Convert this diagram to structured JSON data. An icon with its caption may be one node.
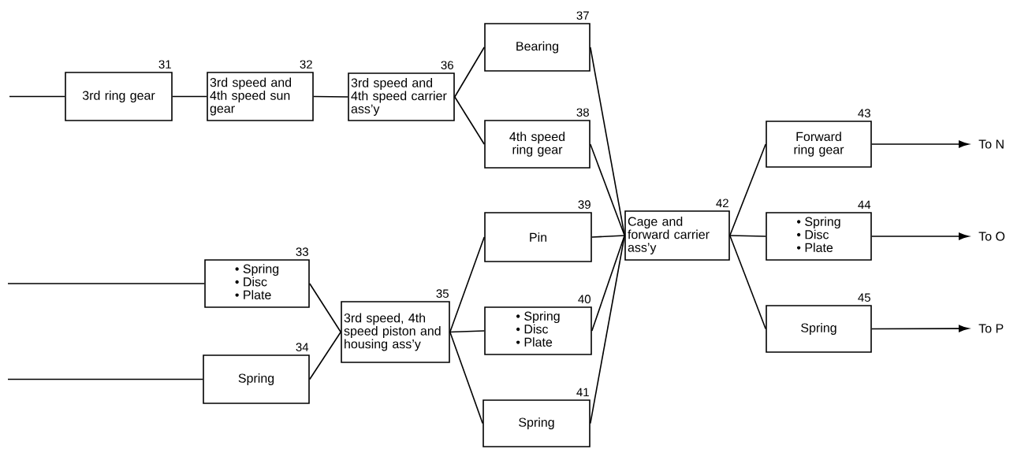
{
  "diagram": {
    "nodes": [
      {
        "text": [
          "3rd ring gear"
        ],
        "beside": [
          "31"
        ]
      },
      {
        "text": [
          "3rd speed and 4th speed sun gear"
        ],
        "beside": [
          "32"
        ]
      },
      {
        "text": [
          "3rd speed and 4th speed carrier ass’y"
        ],
        "beside": [
          "36"
        ]
      },
      {
        "text": [
          "Bearing"
        ],
        "beside": [
          "37"
        ]
      },
      {
        "text": [
          "4th speed ring gear"
        ],
        "beside": [
          "38"
        ]
      },
      {
        "text": [
          "• Spring",
          "• Disc",
          "• Plate"
        ],
        "beside": [
          "33"
        ]
      },
      {
        "text": [
          "Spring"
        ],
        "beside": [
          "34"
        ]
      },
      {
        "text": [
          "3rd speed, 4th speed piston and housing ass’y"
        ],
        "beside": [
          "35"
        ]
      },
      {
        "text": [
          "Pin"
        ],
        "beside": [
          "39"
        ]
      },
      {
        "text": [
          "• Spring",
          "• Disc",
          "• Plate"
        ],
        "beside": [
          "40"
        ]
      },
      {
        "text": [
          "Spring"
        ],
        "beside": [
          "41"
        ]
      },
      {
        "text": [
          "Cage and forward carrier ass’y"
        ],
        "beside": [
          "42"
        ]
      },
      {
        "text": [
          "Forward ring gear"
        ],
        "beside": [
          "43"
        ]
      },
      {
        "text": [
          "• Spring",
          "• Disc",
          "• Plate"
        ],
        "beside": [
          "44"
        ]
      },
      {
        "text": [
          "Spring"
        ],
        "beside": [
          "45"
        ]
      },
      {
        "text": [
          "To N"
        ]
      },
      {
        "text": [
          "To O"
        ]
      },
      {
        "text": [
          "To P"
        ]
      }
    ],
    "edges": [
      {
        "from": null,
        "to": 0,
        "arrow": "none"
      },
      {
        "from": 0,
        "to": 1,
        "arrow": "none"
      },
      {
        "from": 1,
        "to": 2,
        "arrow": "none"
      },
      {
        "from": 2,
        "to": 3,
        "arrow": "none"
      },
      {
        "from": 2,
        "to": 4,
        "arrow": "none"
      },
      {
        "from": null,
        "to": 5,
        "arrow": "none"
      },
      {
        "from": null,
        "to": 6,
        "arrow": "none"
      },
      {
        "from": 5,
        "to": 7,
        "arrow": "none"
      },
      {
        "from": 6,
        "to": 7,
        "arrow": "none"
      },
      {
        "from": 7,
        "to": 8,
        "arrow": "none"
      },
      {
        "from": 7,
        "to": 9,
        "arrow": "none"
      },
      {
        "from": 7,
        "to": 10,
        "arrow": "none"
      },
      {
        "from": 3,
        "to": 11,
        "arrow": "none"
      },
      {
        "from": 4,
        "to": 11,
        "arrow": "none"
      },
      {
        "from": 8,
        "to": 11,
        "arrow": "none"
      },
      {
        "from": 9,
        "to": 11,
        "arrow": "none"
      },
      {
        "from": 10,
        "to": 11,
        "arrow": "none"
      },
      {
        "from": 11,
        "to": 12,
        "arrow": "none"
      },
      {
        "from": 11,
        "to": 13,
        "arrow": "none"
      },
      {
        "from": 11,
        "to": 14,
        "arrow": "none"
      },
      {
        "from": 12,
        "to": 15,
        "arrow": "to"
      },
      {
        "from": 13,
        "to": 16,
        "arrow": "to"
      },
      {
        "from": 14,
        "to": 17,
        "arrow": "to"
      }
    ]
  }
}
